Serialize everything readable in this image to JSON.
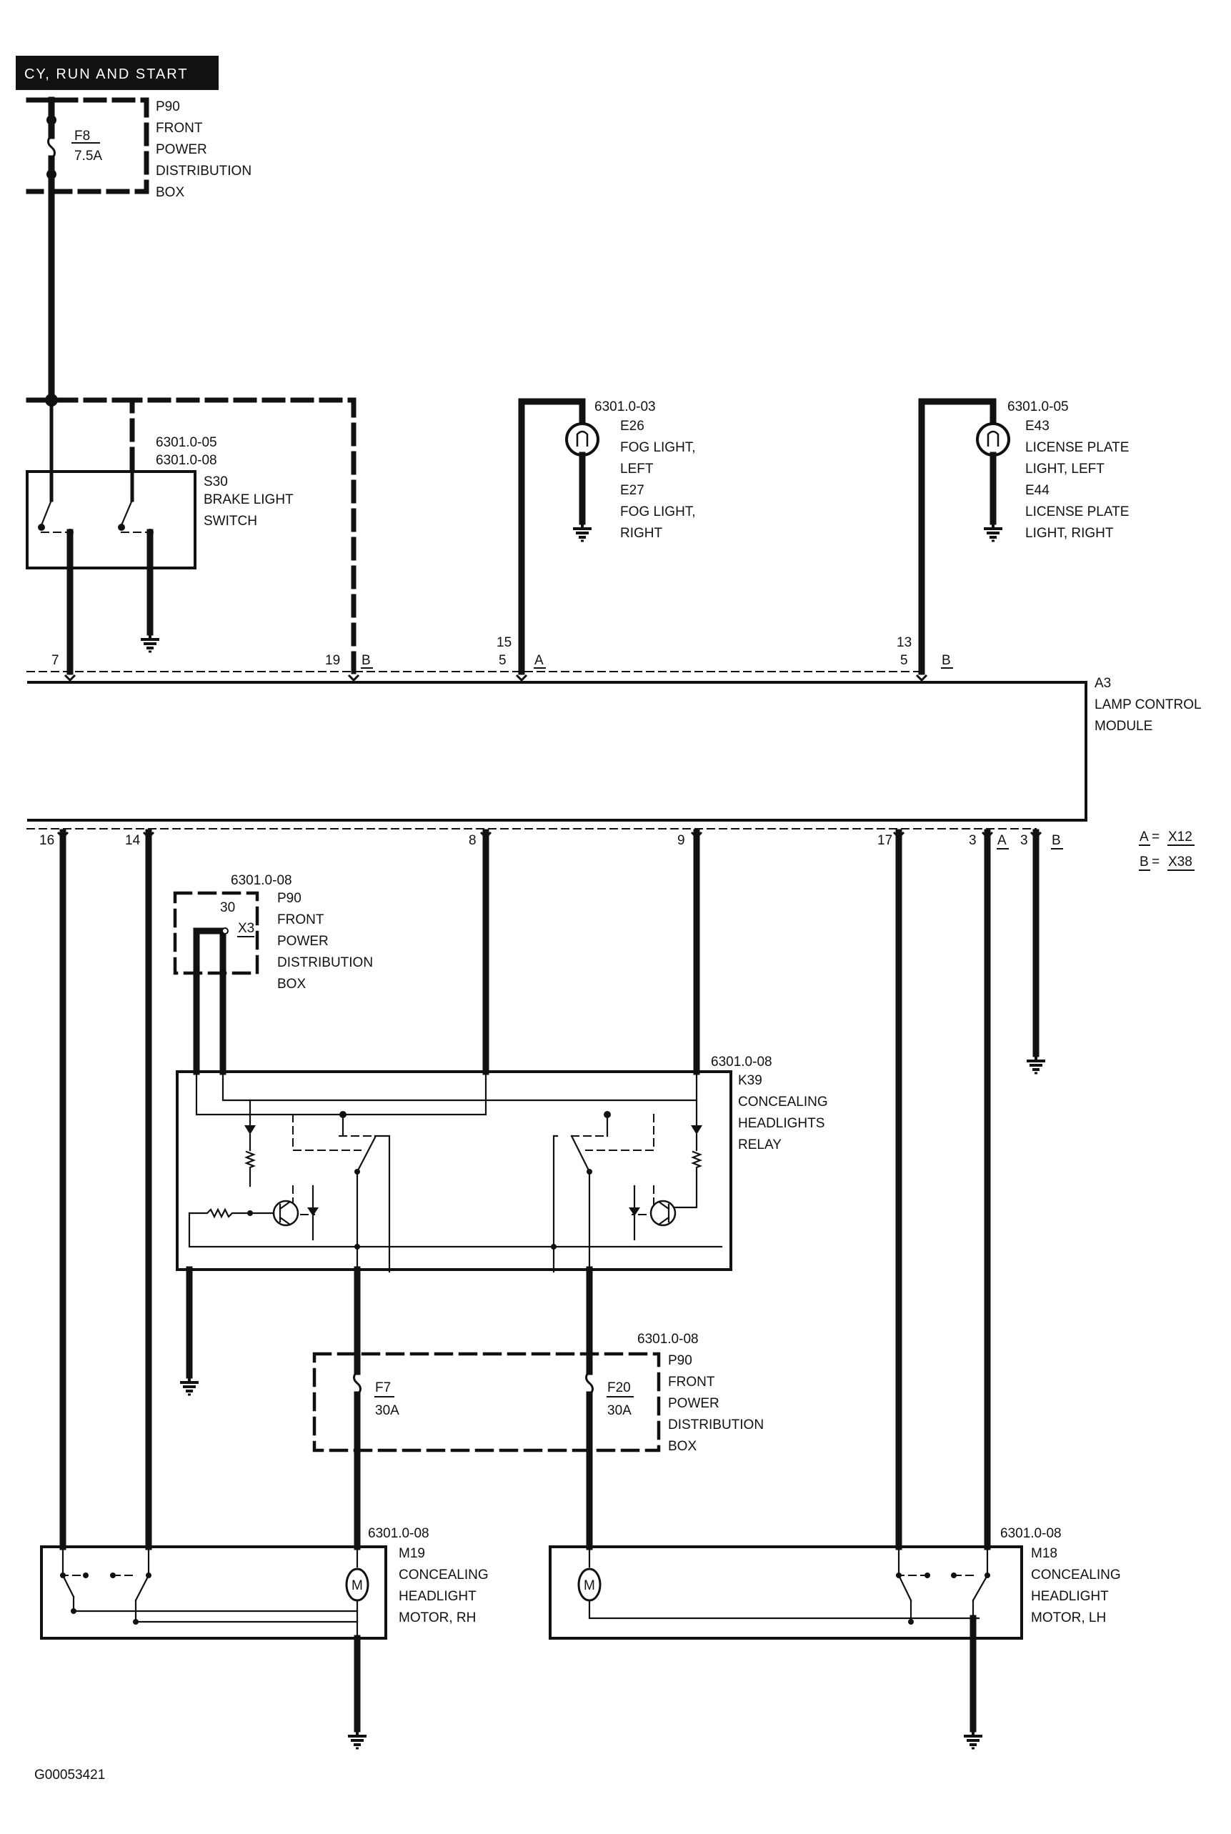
{
  "header": {
    "title": "CY, RUN AND START"
  },
  "fuse_box_top": {
    "code": "P90",
    "lines": [
      "FRONT",
      "POWER",
      "DISTRIBUTION",
      "BOX"
    ],
    "fuse_label": "F8",
    "fuse_rating": "7.5A"
  },
  "brake_switch": {
    "refs": [
      "6301.0-05",
      "6301.0-08"
    ],
    "code": "S30",
    "lines": [
      "BRAKE LIGHT",
      "SWITCH"
    ]
  },
  "fog_light": {
    "ref": "6301.0-03",
    "lines": [
      "E26",
      "FOG LIGHT,",
      "LEFT",
      "E27",
      "FOG LIGHT,",
      "RIGHT"
    ]
  },
  "license_light": {
    "ref": "6301.0-05",
    "lines": [
      "E43",
      "LICENSE PLATE",
      "LIGHT, LEFT",
      "E44",
      "LICENSE PLATE",
      "LIGHT, RIGHT"
    ]
  },
  "lamp_module": {
    "code": "A3",
    "lines": [
      "LAMP CONTROL",
      "MODULE"
    ]
  },
  "pins_top": {
    "p7": "7",
    "p19": "19",
    "b1": "B",
    "p15": "15",
    "p5a": "5",
    "a1": "A",
    "p13": "13",
    "p5b": "5",
    "b2": "B"
  },
  "pins_bottom": {
    "p16": "16",
    "p14": "14",
    "p8": "8",
    "p9": "9",
    "p17": "17",
    "p3a": "3",
    "a2": "A",
    "p3b": "3",
    "b3": "B"
  },
  "connector_legend": {
    "a": "A",
    "a_eq": "=",
    "a_val": "X12",
    "b": "B",
    "b_eq": "=",
    "b_val": "X38"
  },
  "fuse_box_mid": {
    "ref": "6301.0-08",
    "pin": "30",
    "code": "P90",
    "conn": "X3",
    "lines": [
      "FRONT",
      "POWER",
      "DISTRIBUTION",
      "BOX"
    ]
  },
  "relay": {
    "ref": "6301.0-08",
    "code": "K39",
    "lines": [
      "CONCEALING",
      "HEADLIGHTS",
      "RELAY"
    ]
  },
  "fuse_box_low": {
    "ref": "6301.0-08",
    "code": "P90",
    "lines": [
      "FRONT",
      "POWER",
      "DISTRIBUTION",
      "BOX"
    ],
    "f7": "F7",
    "f7_rating": "30A",
    "f20": "F20",
    "f20_rating": "30A"
  },
  "motor_rh": {
    "ref": "6301.0-08",
    "code": "M19",
    "lines": [
      "CONCEALING",
      "HEADLIGHT",
      "MOTOR, RH"
    ],
    "symbol": "M"
  },
  "motor_lh": {
    "ref": "6301.0-08",
    "code": "M18",
    "lines": [
      "CONCEALING",
      "HEADLIGHT",
      "MOTOR, LH"
    ],
    "symbol": "M"
  },
  "footer": {
    "doc_id": "G00053421"
  }
}
